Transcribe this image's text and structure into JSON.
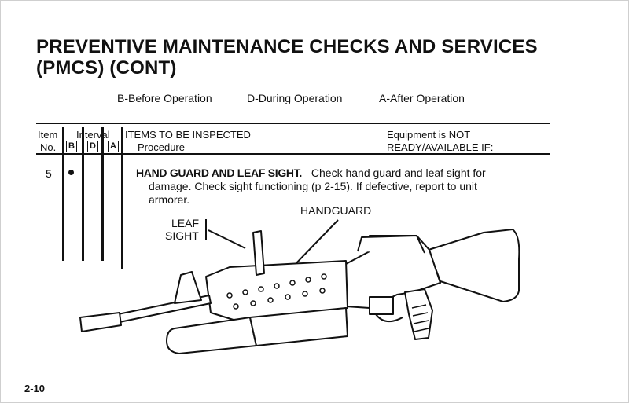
{
  "page": {
    "title_line1": "PREVENTIVE MAINTENANCE CHECKS AND SERVICES",
    "title_line2": "(PMCS) (CONT)",
    "page_number": "2-10"
  },
  "legend": {
    "before": "B-Before Operation",
    "during": "D-During Operation",
    "after": "A-After Operation"
  },
  "table_header": {
    "item": "Item",
    "no": "No.",
    "interval": "Interval",
    "interval_cols": [
      "B",
      "D",
      "A"
    ],
    "items_inspected": "ITEMS TO BE INSPECTED",
    "procedure": "Procedure",
    "equipment_line1": "Equipment is NOT",
    "equipment_line2": "READY/AVAILABLE IF:"
  },
  "rows": [
    {
      "item_no": "5",
      "interval_marked": "B",
      "heading": "HAND GUARD AND LEAF SIGHT.",
      "text_line1": "Check hand guard and leaf sight for",
      "text_line2": "damage. Check sight functioning (p 2-15). If defective, report to unit",
      "text_line3": "armorer."
    }
  ],
  "figure": {
    "label_leaf": "LEAF",
    "label_sight": "SIGHT",
    "label_handguard": "HANDGUARD"
  }
}
